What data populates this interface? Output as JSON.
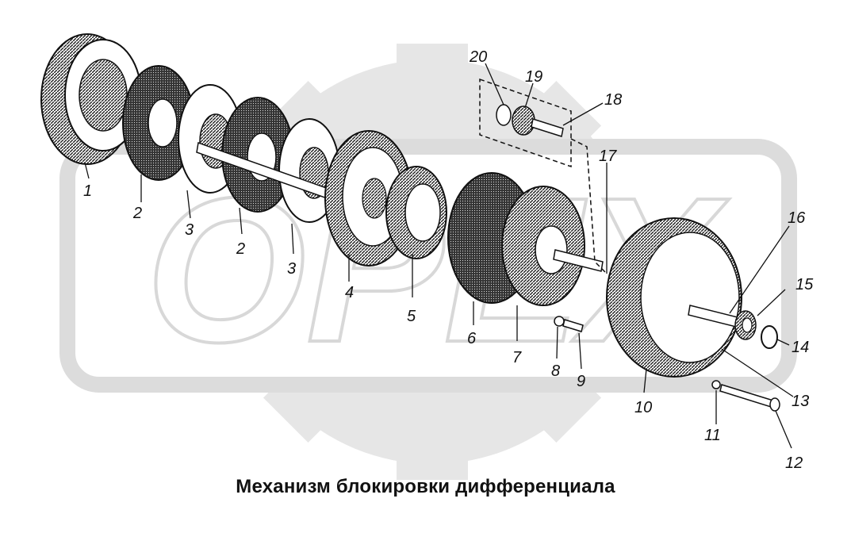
{
  "caption": "Механизм блокировки дифференциала",
  "watermark": {
    "text": "ОРЕХ",
    "icon": "gear-icon",
    "color": "#e6e6e6"
  },
  "callouts": [
    {
      "id": "1",
      "text": "1"
    },
    {
      "id": "2a",
      "text": "2"
    },
    {
      "id": "3a",
      "text": "3"
    },
    {
      "id": "2b",
      "text": "2"
    },
    {
      "id": "3b",
      "text": "3"
    },
    {
      "id": "4",
      "text": "4"
    },
    {
      "id": "5",
      "text": "5"
    },
    {
      "id": "6",
      "text": "6"
    },
    {
      "id": "7",
      "text": "7"
    },
    {
      "id": "8",
      "text": "8"
    },
    {
      "id": "9",
      "text": "9"
    },
    {
      "id": "10",
      "text": "10"
    },
    {
      "id": "11",
      "text": "11"
    },
    {
      "id": "12",
      "text": "12"
    },
    {
      "id": "13",
      "text": "13"
    },
    {
      "id": "14",
      "text": "14"
    },
    {
      "id": "15",
      "text": "15"
    },
    {
      "id": "16",
      "text": "16"
    },
    {
      "id": "17",
      "text": "17"
    },
    {
      "id": "18",
      "text": "18"
    },
    {
      "id": "19",
      "text": "19"
    },
    {
      "id": "20",
      "text": "20"
    }
  ]
}
